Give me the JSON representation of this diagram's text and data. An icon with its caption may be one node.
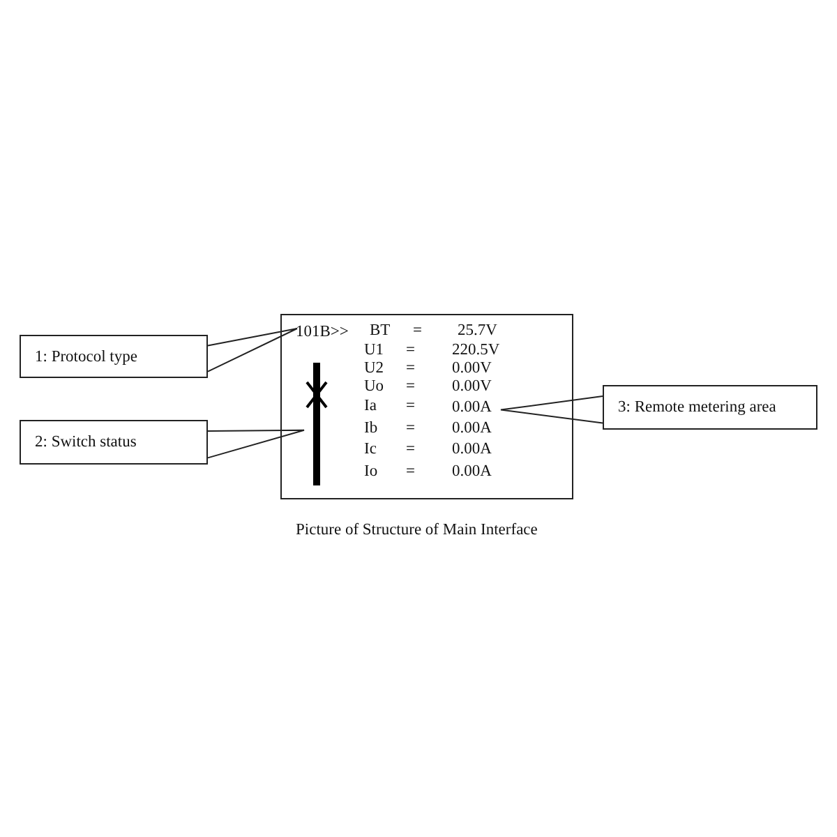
{
  "diagram": {
    "caption": "Picture of Structure of Main Interface",
    "nodes": [
      {
        "text": [],
        "shape": "box"
      },
      {
        "text": [
          "101B>>"
        ],
        "in": 0
      },
      {
        "text": [],
        "shape": "bar",
        "in": 0
      },
      {
        "text": [
          "0.00A"
        ],
        "in": 0
      },
      {
        "text": [
          "1: Protocol type"
        ]
      },
      {
        "text": [
          "2: Switch status"
        ]
      },
      {
        "text": [
          "3: Remote metering area"
        ]
      }
    ],
    "edges": [
      {
        "from": 4,
        "to": 1,
        "arrow": "none"
      },
      {
        "from": 5,
        "to": 2,
        "arrow": "none"
      },
      {
        "from": 6,
        "to": 3,
        "arrow": "none"
      }
    ],
    "labels": [
      "BT",
      "=",
      "25.7V",
      "U1",
      "=",
      "220.5V",
      "U2",
      "=",
      "0.00V",
      "Uo",
      "=",
      "0.00V",
      "Ia",
      "=",
      "Ib",
      "=",
      "0.00A",
      "Ic",
      "=",
      "0.00A",
      "Io",
      "=",
      "0.00A"
    ]
  }
}
